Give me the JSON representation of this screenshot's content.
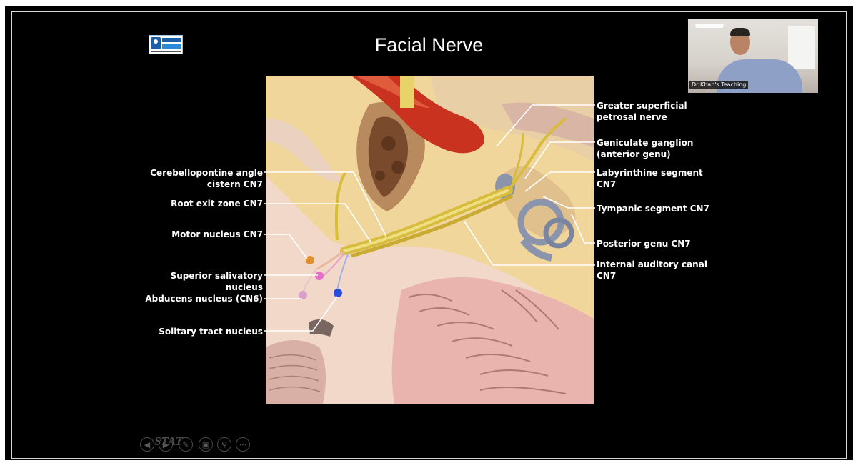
{
  "slide": {
    "title": "Facial Nerve",
    "logo_label": "DR. KHAN'S TEACHING"
  },
  "webcam": {
    "label": "Dr Khan's Teaching"
  },
  "labels_left": [
    {
      "id": "cerebellopontine",
      "text": "Cerebellopontine angle\ncistern CN7"
    },
    {
      "id": "root-exit",
      "text": "Root exit zone CN7"
    },
    {
      "id": "motor-nucleus",
      "text": "Motor nucleus CN7"
    },
    {
      "id": "superior-salivatory",
      "text": "Superior salivatory\nnucleus"
    },
    {
      "id": "abducens",
      "text": "Abducens nucleus (CN6)"
    },
    {
      "id": "solitary-tract",
      "text": "Solitary tract nucleus"
    }
  ],
  "labels_right": [
    {
      "id": "greater-superficial",
      "text": "Greater superficial\npetrosal nerve"
    },
    {
      "id": "geniculate",
      "text": "Geniculate ganglion\n(anterior genu)"
    },
    {
      "id": "labyrinthine",
      "text": "Labyrinthine segment\nCN7"
    },
    {
      "id": "tympanic",
      "text": "Tympanic segment CN7"
    },
    {
      "id": "posterior-genu",
      "text": "Posterior genu CN7"
    },
    {
      "id": "internal-auditory",
      "text": "Internal auditory canal\nCN7"
    }
  ],
  "controls": {
    "stat_text": "STAT",
    "buttons": [
      {
        "name": "prev-slide-button",
        "icon": "◀"
      },
      {
        "name": "next-slide-button",
        "icon": "▶"
      },
      {
        "name": "pen-tool-button",
        "icon": "✎"
      },
      {
        "name": "slides-view-button",
        "icon": "▣"
      },
      {
        "name": "zoom-button",
        "icon": "⚲"
      },
      {
        "name": "more-options-button",
        "icon": "⋯"
      }
    ]
  },
  "colors": {
    "background": "#000000",
    "bone": "#f3d9a0",
    "nerve": "#d9c04a",
    "vessel": "#c8321e",
    "brain": "#f2d3c4"
  }
}
